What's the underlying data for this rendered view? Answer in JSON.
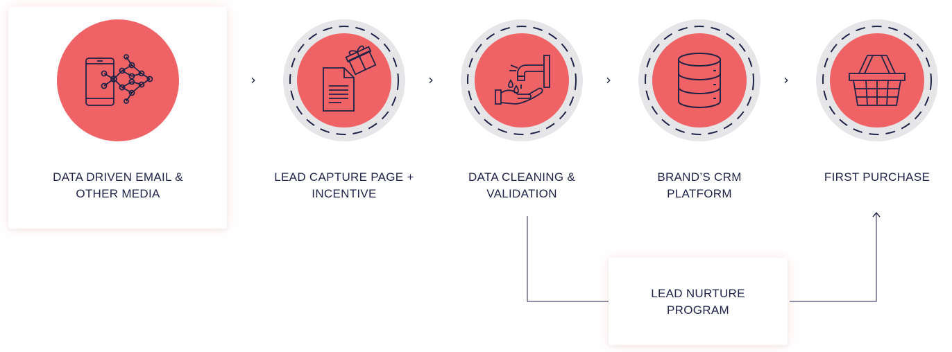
{
  "steps": [
    {
      "label_line1": "DATA DRIVEN EMAIL &",
      "label_line2": "OTHER MEDIA",
      "icon": "phone-network-icon"
    },
    {
      "label_line1": "LEAD CAPTURE PAGE +",
      "label_line2": "INCENTIVE",
      "icon": "document-gift-icon"
    },
    {
      "label_line1": "DATA CLEANING &",
      "label_line2": "VALIDATION",
      "icon": "hand-washing-icon"
    },
    {
      "label_line1": "BRAND’S CRM",
      "label_line2": "PLATFORM",
      "icon": "database-icon"
    },
    {
      "label_line1": "FIRST PURCHASE",
      "label_line2": "",
      "icon": "shopping-basket-icon"
    }
  ],
  "nurture": {
    "label_line1": "LEAD NURTURE",
    "label_line2": "PROGRAM"
  },
  "arrow_glyph": "›",
  "colors": {
    "accent": "#ef6366",
    "ring": "#e6e6e9",
    "text": "#1f2247"
  }
}
